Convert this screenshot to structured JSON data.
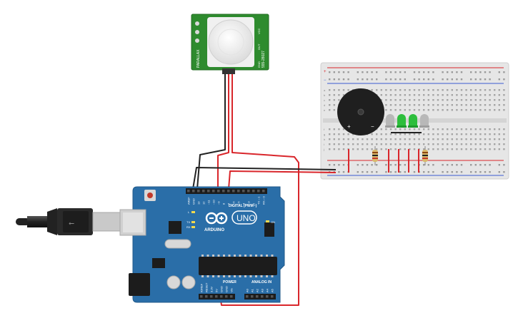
{
  "board": {
    "brand": "ARDUINO",
    "model": "UNO",
    "digital_label": "DIGITAL (PWM~)",
    "power_label": "POWER",
    "analog_label": "ANALOG IN",
    "on_label": "ON",
    "tx_label": "TX",
    "rx_label": "RX",
    "l_label": "L",
    "digital_pins": [
      "AREF",
      "GND",
      "13",
      "12",
      "~11",
      "~10",
      "~9",
      "8",
      "7",
      "~6",
      "~5",
      "4",
      "~3",
      "2",
      "TX→1",
      "RX←0"
    ],
    "power_pins": [
      "IOREF",
      "RESET",
      "3.3V",
      "5V",
      "GND",
      "GND",
      "Vin"
    ],
    "analog_pins": [
      "A0",
      "A1",
      "A2",
      "A3",
      "A4",
      "A5"
    ]
  },
  "sensor": {
    "brand": "PARALLAX",
    "part": "555-28027",
    "pin_labels": [
      "GND",
      "OUT",
      "VCC"
    ]
  },
  "buzzer": {
    "plus": "+",
    "minus": "−"
  },
  "breadboard": {
    "rail_plus": "+",
    "rail_minus": "−",
    "row_letters": [
      "a",
      "b",
      "c",
      "d",
      "e",
      "f",
      "g",
      "h",
      "i",
      "j"
    ]
  },
  "colors": {
    "pcb": "#2a6ea8",
    "sensor_pcb": "#2e8b2e",
    "wire_red": "#d9262b",
    "wire_black": "#222222",
    "led_green": "#2dbe3c",
    "led_gray": "#b8b8b8"
  }
}
